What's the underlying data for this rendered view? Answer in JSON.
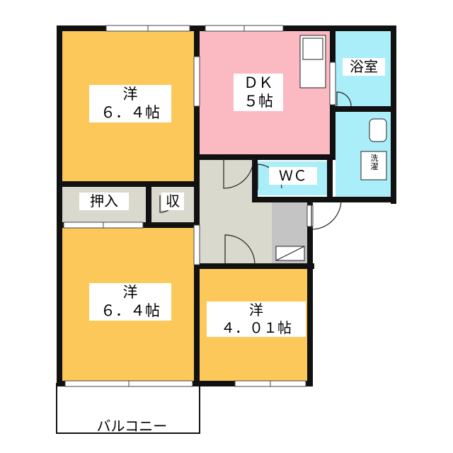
{
  "rooms": {
    "western_top": {
      "type": "洋",
      "size": "６．４帖"
    },
    "dk": {
      "type": "ＤＫ",
      "size": "５帖"
    },
    "bath": {
      "type": "浴室"
    },
    "wc": {
      "type": "ＷＣ"
    },
    "laundry": {
      "type": "洗\n濯"
    },
    "oshiire": {
      "type": "押入"
    },
    "storage": {
      "type": "収"
    },
    "western_bottom": {
      "type": "洋",
      "size": "６．４帖"
    },
    "western_small": {
      "type": "洋",
      "size": "４．０１帖"
    },
    "balcony": {
      "type": "バルコニー"
    }
  },
  "colors": {
    "western": "#fcc85a",
    "dk": "#fbb9c1",
    "wet_area": "#aaeefa",
    "hall": "#d9d9ce",
    "storage": "#d9d9ce",
    "entrance": "#c4c4c4",
    "wall": "#111111",
    "background": "#ffffff"
  }
}
